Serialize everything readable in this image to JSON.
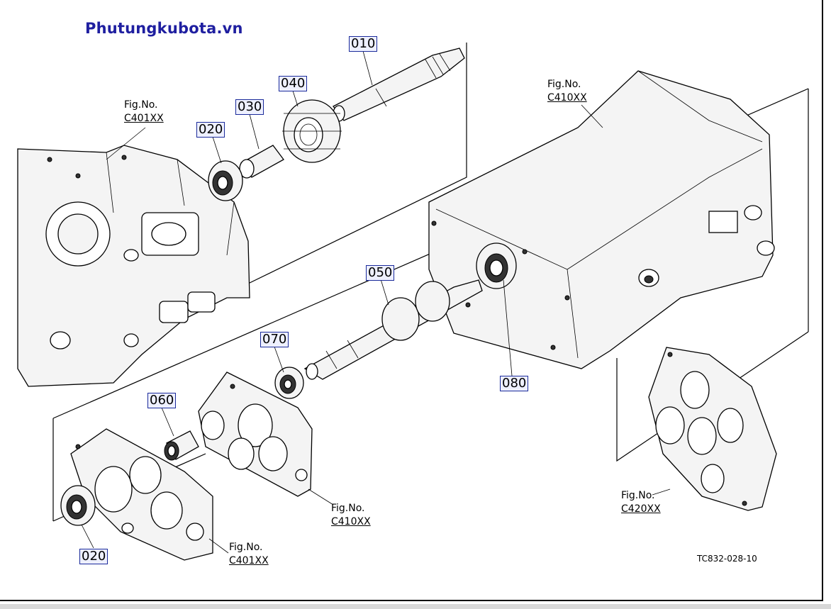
{
  "site_title": "Phutungkubota.vn",
  "drawing_code": "TC832-028-10",
  "part_numbers": {
    "p010": "010",
    "p020_top": "020",
    "p030": "030",
    "p040": "040",
    "p050": "050",
    "p060": "060",
    "p070": "070",
    "p080": "080",
    "p020_bottom": "020"
  },
  "figure_refs": {
    "fig_prefix": "Fig.No.",
    "c401_top": "C401XX",
    "c410_top": "C410XX",
    "c410_bottom": "C410XX",
    "c401_bottom": "C401XX",
    "c420": "C420XX"
  }
}
